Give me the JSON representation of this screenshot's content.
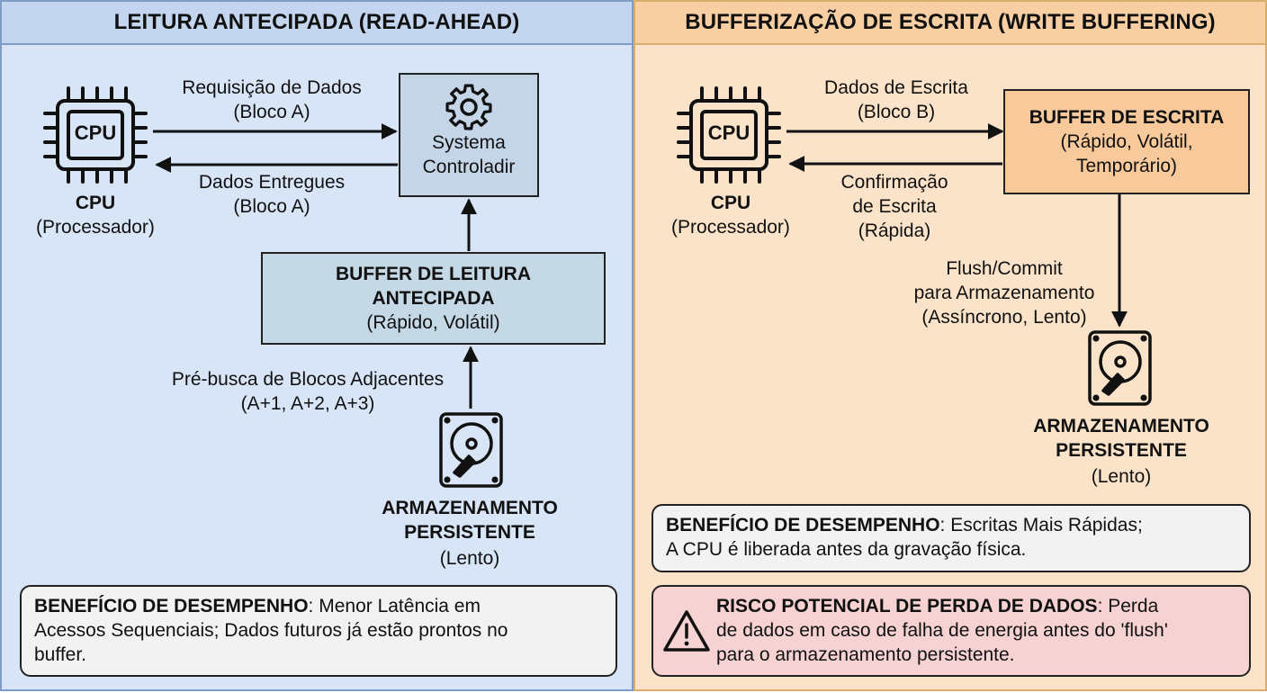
{
  "left": {
    "title": "LEITURA ANTECIPADA (READ-AHEAD)",
    "cpu_chip_label": "CPU",
    "cpu_name": "CPU",
    "cpu_sub": "(Processador)",
    "request_line1": "Requisição de Dados",
    "request_line2": "(Bloco A)",
    "delivered_line1": "Dados Entregues",
    "delivered_line2": "(Bloco A)",
    "controller_line1": "Systema",
    "controller_line2": "Controladir",
    "buffer_line1": "BUFFER DE LEITURA",
    "buffer_line2": "ANTECIPADA",
    "buffer_line3": "(Rápido, Volátil)",
    "prefetch_line1": "Pré-busca de Blocos Adjacentes",
    "prefetch_line2": "(A+1, A+2, A+3)",
    "storage_line1": "ARMAZENAMENTO",
    "storage_line2": "PERSISTENTE",
    "storage_line3": "(Lento)",
    "benefit_bold": "BENEFÍCIO DE DESEMPENHO",
    "benefit_line1": ": Menor Latência em",
    "benefit_line2": "Acessos Sequenciais; Dados futuros já estão prontos no",
    "benefit_line3": "buffer."
  },
  "right": {
    "title": "BUFFERIZAÇÃO DE ESCRITA (WRITE BUFFERING)",
    "cpu_chip_label": "CPU",
    "cpu_name": "CPU",
    "cpu_sub": "(Processador)",
    "write_line1": "Dados de Escrita",
    "write_line2": "(Bloco B)",
    "confirm_line1": "Confirmação",
    "confirm_line2": "de Escrita",
    "confirm_line3": "(Rápida)",
    "buffer_line1": "BUFFER DE ESCRITA",
    "buffer_line2": "(Rápido, Volátil,",
    "buffer_line3": "Temporário)",
    "flush_line1": "Flush/Commit",
    "flush_line2": "para Armazenamento",
    "flush_line3": "(Assíncrono, Lento)",
    "storage_line1": "ARMAZENAMENTO",
    "storage_line2": "PERSISTENTE",
    "storage_line3": "(Lento)",
    "benefit_bold": "BENEFÍCIO DE DESEMPENHO",
    "benefit_line1": ": Escritas Mais Rápidas;",
    "benefit_line2": "A CPU é liberada antes da gravação física.",
    "risk_bold": "RISCO POTENCIAL DE PERDA DE DADOS",
    "risk_line1": ": Perda",
    "risk_line2": "de dados em caso de falha de energia antes do 'flush'",
    "risk_line3": "para o armazenamento persistente."
  },
  "colors": {
    "left_background": "#d7e5f7",
    "right_background": "#fbe3c9",
    "controller_box": "#c3d5e6",
    "read_buffer_box": "#c5d8e6",
    "write_buffer_box": "#f8c99a",
    "risk_note": "#f6d2d2"
  },
  "icons": [
    "cpu-chip-icon",
    "gear-icon",
    "hard-drive-icon",
    "warning-icon"
  ]
}
